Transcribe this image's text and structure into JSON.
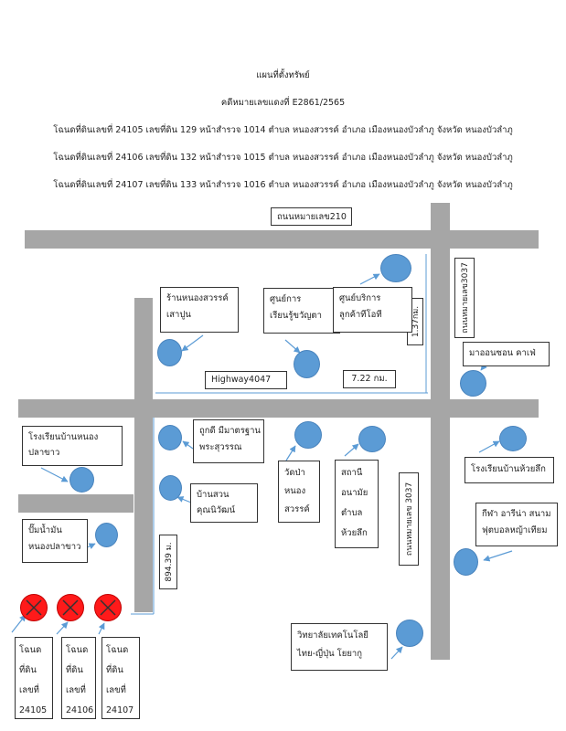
{
  "header": {
    "title": "แผนที่ตั้งทรัพย์",
    "case": "คดีหมายเลขแดงที่ E2861/2565",
    "deeds": [
      "โฉนดที่ดินเลขที่ 24105 เลขที่ดิน 129 หน้าสำรวจ 1014 ตำบล หนองสวรรค์ อำเภอ เมืองหนองบัวลำภู จังหวัด หนองบัวลำภู",
      "โฉนดที่ดินเลขที่ 24106 เลขที่ดิน 132 หน้าสำรวจ 1015 ตำบล หนองสวรรค์ อำเภอ เมืองหนองบัวลำภู จังหวัด หนองบัวลำภู",
      "โฉนดที่ดินเลขที่ 24107 เลขที่ดิน 133 หน้าสำรวจ 1016 ตำบล หนองสวรรค์ อำเภอ เมืองหนองบัวลำภู จังหวัด หนองบัวลำภู"
    ]
  },
  "roads": {
    "road_210": "ถนนหมายเลข210",
    "highway": "Highway4047",
    "road_3037_top": "ถนนหมายเลข3037",
    "road_3037_bottom": "ถนนหมายเลข 3037"
  },
  "distances": {
    "d1": "1.37กม.",
    "d2": "7.22 กม.",
    "d3": "894.39 ม."
  },
  "places": {
    "shop": [
      "ร้านหนองสวรรค์",
      "เสาปูน"
    ],
    "learning": [
      "ศูนย์การ",
      "เรียนรู้ขวัญตา"
    ],
    "service": [
      "ศูนย์บริการ",
      "ลูกค้าทีโอที"
    ],
    "cafe": "มาออนซอน คาเฟ่",
    "school_plakhao": [
      "โรงเรียนบ้านหนอง",
      "ปลาขาว"
    ],
    "dorm": [
      "ถูกดี มีมาตรฐาน",
      "พระสุวรรณ"
    ],
    "garden": [
      "บ้านสวน",
      "คุณนิวัฒน์"
    ],
    "temple": [
      "วัดป่า",
      "หนอง",
      "สวรรค์"
    ],
    "health": [
      "สถานี",
      "อนามัย",
      "ตำบล",
      "ห้วยลึก"
    ],
    "school_huailuek": "โรงเรียนบ้านห้วยลึก",
    "stadium": [
      "กีฬา อารีน่า สนาม",
      "ฟุตบอลหญ้าเทียม"
    ],
    "gas": [
      "ปั๊มน้ำมัน",
      "หนองปลาขาว"
    ],
    "college": [
      "วิทยาลัยเทคโนโลยี",
      "ไทย-ญี่ปุ่น โยยากู"
    ]
  },
  "parcels": [
    [
      "โฉนด",
      "ที่ดิน",
      "เลขที่",
      "24105"
    ],
    [
      "โฉนด",
      "ที่ดิน",
      "เลขที่",
      "24106"
    ],
    [
      "โฉนด",
      "ที่ดิน",
      "เลขที่",
      "24107"
    ]
  ],
  "colors": {
    "road": "#a6a6a6",
    "marker": "#5b9bd5",
    "property": "#ff1a1a",
    "arrow": "#5b9bd5"
  }
}
